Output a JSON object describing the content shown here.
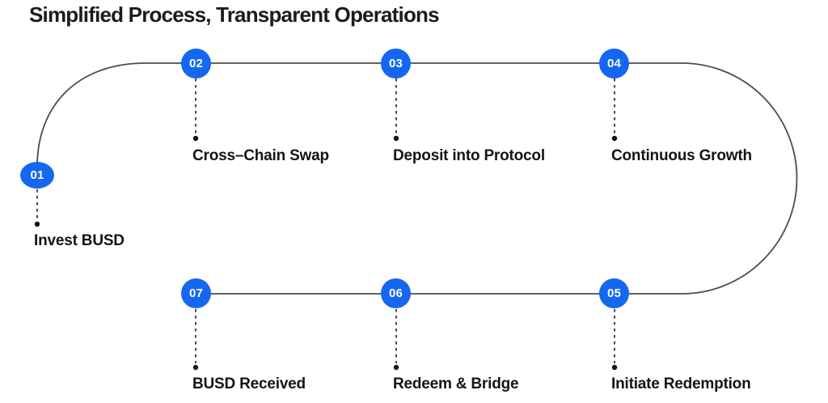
{
  "title": "Simplified Process, Transparent Operations",
  "steps": [
    {
      "number": "01",
      "label": "Invest BUSD"
    },
    {
      "number": "02",
      "label": "Cross–Chain Swap"
    },
    {
      "number": "03",
      "label": "Deposit into Protocol"
    },
    {
      "number": "04",
      "label": "Continuous Growth"
    },
    {
      "number": "05",
      "label": "Initiate Redemption"
    },
    {
      "number": "06",
      "label": "Redeem & Bridge"
    },
    {
      "number": "07",
      "label": "BUSD Received"
    }
  ],
  "colors": {
    "accent": "#1567f0",
    "connector": "#4c4c4c",
    "dash": "#1a1a1a",
    "text": "#141414"
  }
}
